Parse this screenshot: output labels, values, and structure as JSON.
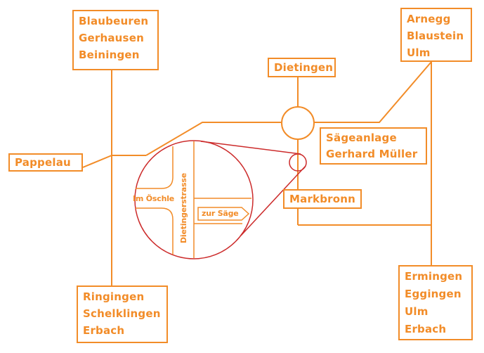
{
  "colors": {
    "road": "#f28c28",
    "zoom": "#cc2b2b",
    "background": "#ffffff"
  },
  "destinations": {
    "blaubeuren": [
      "Blaubeuren",
      "Gerhausen",
      "Beiningen"
    ],
    "arnegg": [
      "Arnegg",
      "Blaustein",
      "Ulm"
    ],
    "dietingen": [
      "Dietingen"
    ],
    "saegeanlage": [
      "Sägeanlage",
      "Gerhard Müller"
    ],
    "pappelau": [
      "Pappelau"
    ],
    "markbronn": [
      "Markbronn"
    ],
    "ringingen": [
      "Ringingen",
      "Schelklingen",
      "Erbach"
    ],
    "ermingen": [
      "Ermingen",
      "Eggingen",
      "Ulm",
      "Erbach"
    ]
  },
  "inset": {
    "street_left": "Im Öschle",
    "street_vertical": "Dietingerstrasse",
    "arrow_label": "zur Säge"
  }
}
